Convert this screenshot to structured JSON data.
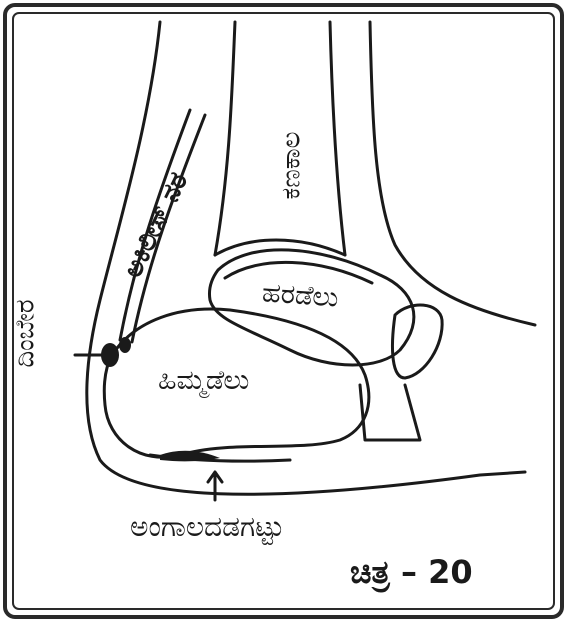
{
  "labels": {
    "shin_bone": "ಕಣಕಾಲ",
    "achilles_tendon": "ಅಕಿಲೀಸ್ ನರ",
    "bursa": "ದಿಂಬೇರ",
    "talus": "ಹರಡೆಲು",
    "heel_bone": "ಹಿಮ್ಮಡೆಲು",
    "plantar_fascia": "ಅಂಗಾಲದಡಗಟ್ಟು"
  },
  "caption": "ಚಿತ್ರ – 20",
  "colors": {
    "ink": "#1a1a1a",
    "frame": "#2a2a2a",
    "paper": "#ffffff"
  }
}
